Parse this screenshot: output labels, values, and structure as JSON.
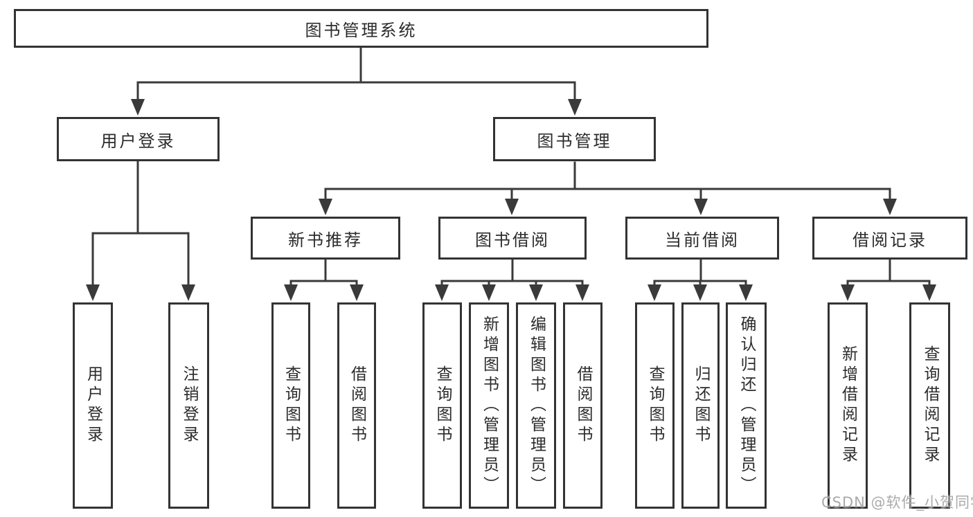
{
  "tree": {
    "root": {
      "label": "图书管理系统"
    },
    "branches": [
      {
        "label": "用户登录",
        "children": [
          {
            "label": "用户登录"
          },
          {
            "label": "注销登录"
          }
        ]
      },
      {
        "label": "图书管理",
        "children": [
          {
            "label": "新书推荐",
            "children": [
              {
                "label": "查询图书"
              },
              {
                "label": "借阅图书"
              }
            ]
          },
          {
            "label": "图书借阅",
            "children": [
              {
                "label": "查询图书"
              },
              {
                "label": "新增图书（管理员）"
              },
              {
                "label": "编辑图书（管理员）"
              },
              {
                "label": "借阅图书"
              }
            ]
          },
          {
            "label": "当前借阅",
            "children": [
              {
                "label": "查询图书"
              },
              {
                "label": "归还图书"
              },
              {
                "label": "确认归还（管理员）"
              }
            ]
          },
          {
            "label": "借阅记录",
            "children": [
              {
                "label": "新增借阅记录"
              },
              {
                "label": "查询借阅记录"
              }
            ]
          }
        ]
      }
    ]
  },
  "watermark": {
    "text": "CSDN @软件_小贺同学"
  },
  "colors": {
    "line": "#3a3a3a",
    "box_border": "#333333",
    "box_background": "#ffffff",
    "label_text": "#2b2b2b",
    "watermark_text": "#9e9e9e"
  }
}
